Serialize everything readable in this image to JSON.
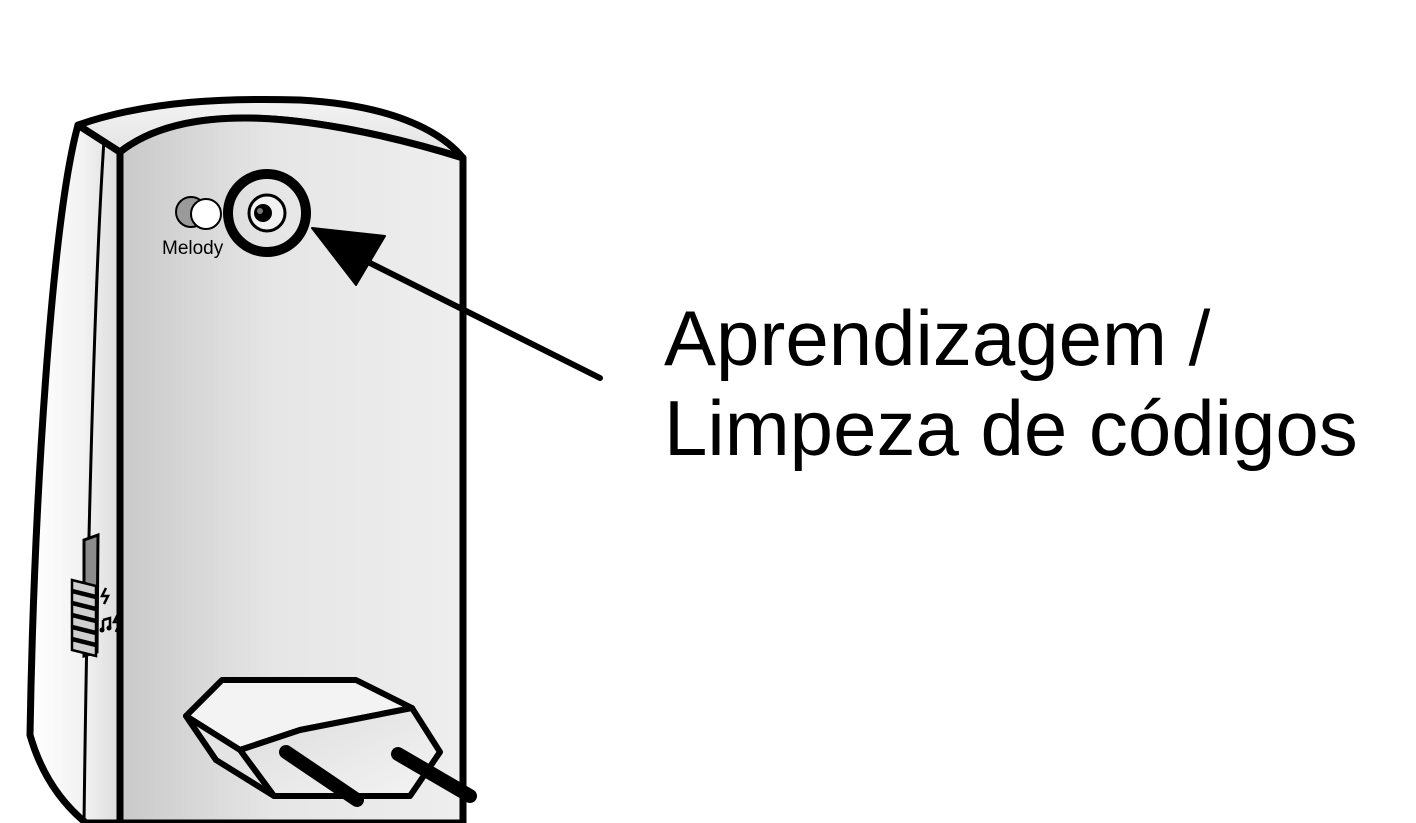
{
  "device": {
    "button_label": "Melody"
  },
  "callout": {
    "line1": "Aprendizagem /",
    "line2": "Limpeza de códigos"
  },
  "colors": {
    "outline": "#000000",
    "body_light": "#efefef",
    "body_mid": "#d2d2d2",
    "background": "#ffffff"
  }
}
